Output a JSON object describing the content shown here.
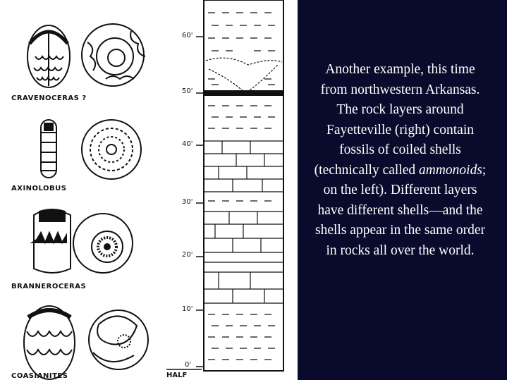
{
  "fossils": [
    {
      "name": "CRAVENOCERAS ?"
    },
    {
      "name": "AXINOLOBUS"
    },
    {
      "name": "BRANNEROCERAS"
    },
    {
      "name": "COASIANITES"
    }
  ],
  "column": {
    "depth_labels": [
      "60'",
      "50'",
      "40'",
      "30'",
      "20'",
      "10'",
      "0'"
    ],
    "scale_label": "HALF"
  },
  "caption": {
    "before_italic": "Another example, this time from northwestern Arkansas. The rock layers around Fayetteville (right) contain fossils of coiled shells (technically called ",
    "italic": "ammonoids",
    "after_italic": "; on the left). Different layers have different shells—and the shells appear in the same order in rocks all over the world."
  },
  "colors": {
    "panel_background": "#0a0a2c",
    "caption_text": "#ffffff"
  }
}
